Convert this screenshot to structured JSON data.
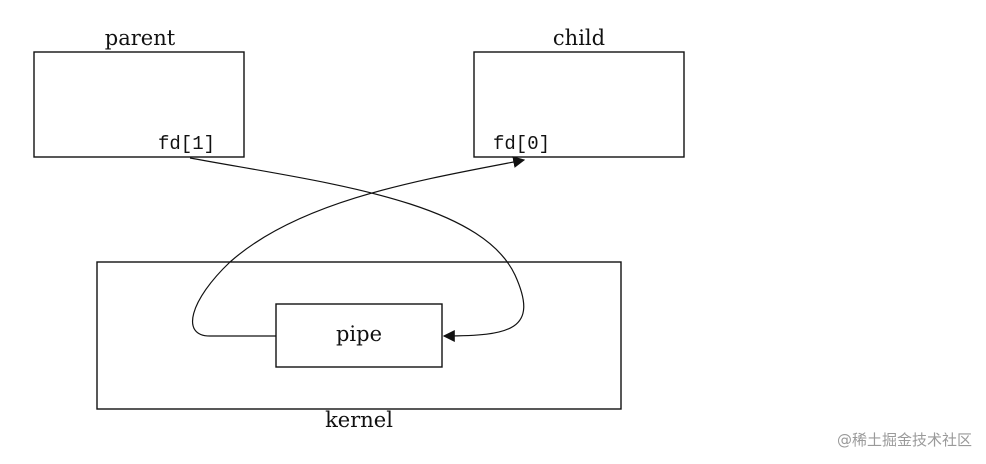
{
  "diagram": {
    "parent_label": "parent",
    "child_label": "child",
    "parent_fd": "fd[1]",
    "child_fd": "fd[0]",
    "pipe_label": "pipe",
    "kernel_label": "kernel"
  },
  "watermark": "@稀土掘金技术社区"
}
